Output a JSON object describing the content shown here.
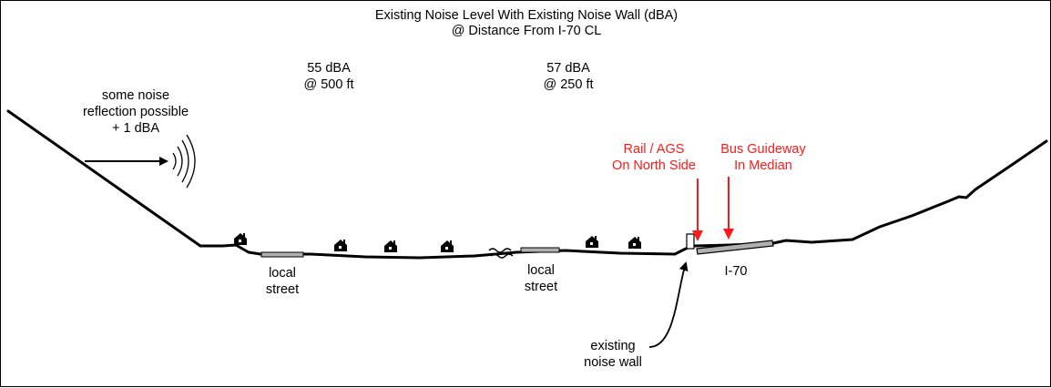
{
  "title": {
    "line1": "Existing Noise Level With Existing Noise Wall (dBA)",
    "line2": "@ Distance From I-70 CL"
  },
  "readings": [
    {
      "level": "55 dBA",
      "distance": "@ 500 ft"
    },
    {
      "level": "57 dBA",
      "distance": "@ 250 ft"
    }
  ],
  "reflection": {
    "line1": "some noise",
    "line2": "reflection possible",
    "line3": "+ 1 dBA"
  },
  "rail_label": {
    "line1": "Rail / AGS",
    "line2": "On North Side"
  },
  "bus_label": {
    "line1": "Bus Guideway",
    "line2": "In Median"
  },
  "street_left": {
    "line1": "local",
    "line2": "street"
  },
  "street_right": {
    "line1": "local",
    "line2": "street"
  },
  "highway_label": "I-70",
  "wall_label": {
    "line1": "existing",
    "line2": "noise wall"
  },
  "colors": {
    "ink": "#000000",
    "annotation_red": "#ff1a1a",
    "road_fill": "#b0b0b0",
    "background": "#ffffff"
  },
  "icons": [
    "house-icon",
    "sound-wave-icon",
    "water-ripple-icon"
  ]
}
